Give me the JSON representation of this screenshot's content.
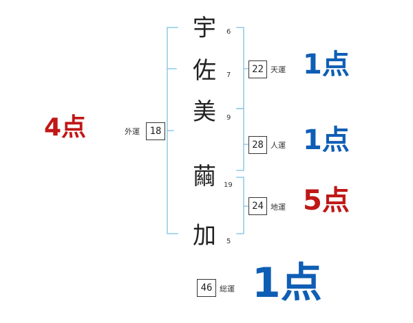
{
  "colors": {
    "bracket": "#8ec9e6",
    "blue": "#0f5eb5",
    "red": "#c01717"
  },
  "characters": [
    {
      "char": "宇",
      "strokes": "6"
    },
    {
      "char": "佐",
      "strokes": "7"
    },
    {
      "char": "美",
      "strokes": "9"
    },
    {
      "char": "繭",
      "strokes": "19"
    },
    {
      "char": "加",
      "strokes": "5"
    }
  ],
  "gaiun": {
    "label": "外運",
    "value": "18",
    "score": "4点",
    "color": "red"
  },
  "tenun": {
    "label": "天運",
    "value": "22",
    "score": "1点",
    "color": "blue"
  },
  "jinun": {
    "label": "人運",
    "value": "28",
    "score": "1点",
    "color": "blue"
  },
  "chiun": {
    "label": "地運",
    "value": "24",
    "score": "5点",
    "color": "red"
  },
  "souun": {
    "label": "総運",
    "value": "46",
    "score": "1点",
    "color": "blue"
  }
}
